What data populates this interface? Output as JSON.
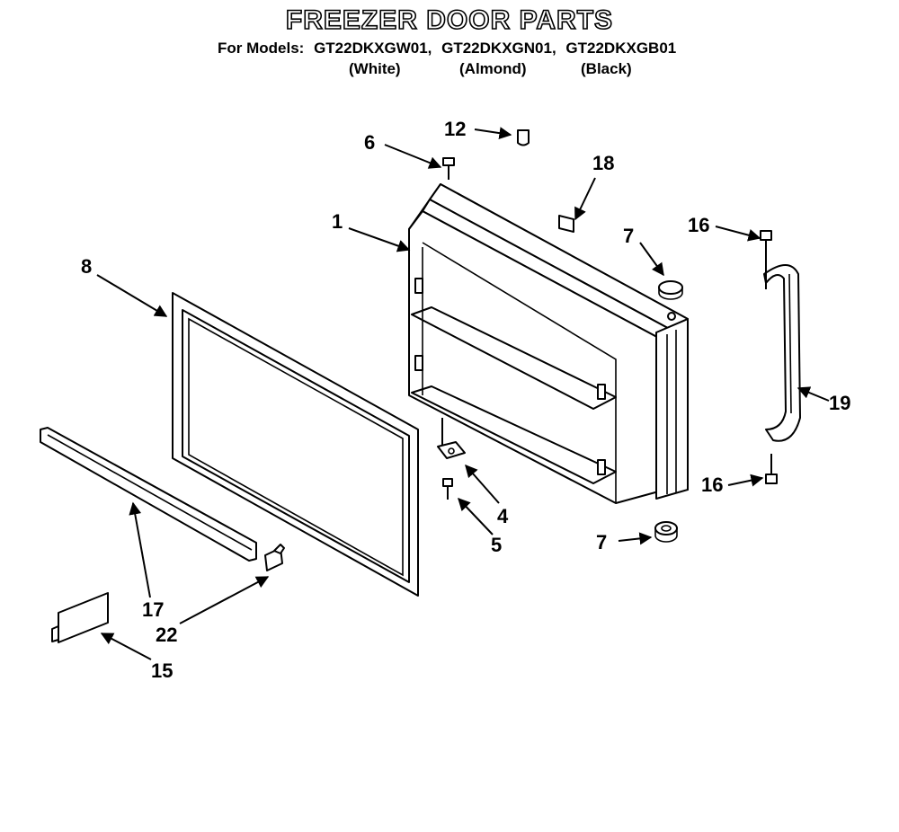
{
  "header": {
    "title": "FREEZER DOOR PARTS",
    "models_prefix": "For Models:",
    "models": [
      "GT22DKXGW01,",
      "GT22DKXGN01,",
      "GT22DKXGB01"
    ],
    "variants": [
      "(White)",
      "(Almond)",
      "(Black)"
    ]
  },
  "callouts": {
    "c1": "1",
    "c4": "4",
    "c5": "5",
    "c6": "6",
    "c7a": "7",
    "c7b": "7",
    "c8": "8",
    "c12": "12",
    "c15": "15",
    "c16a": "16",
    "c16b": "16",
    "c17": "17",
    "c18": "18",
    "c19": "19",
    "c22": "22"
  }
}
